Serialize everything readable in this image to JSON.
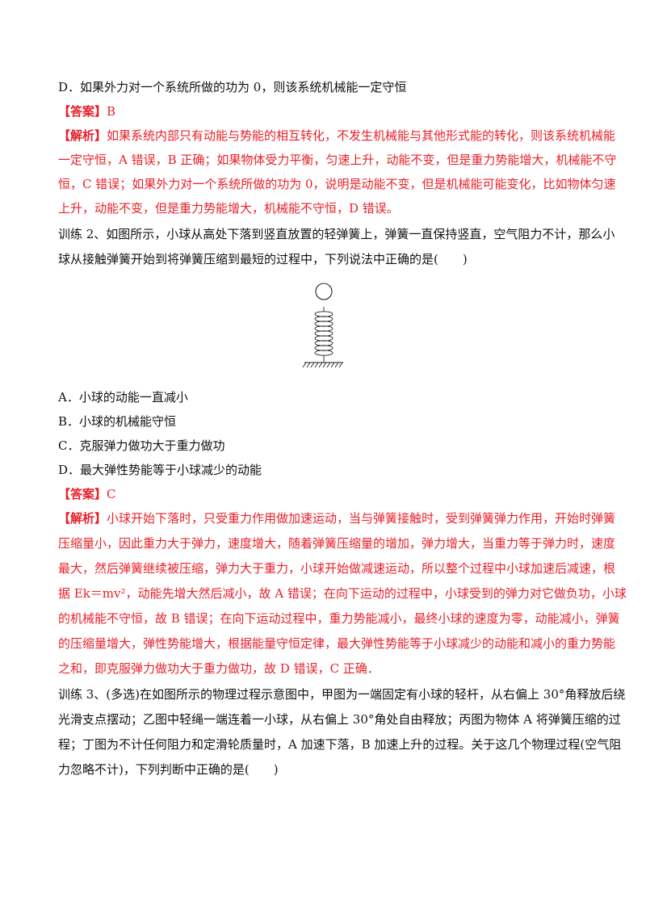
{
  "q1": {
    "option_d": "D．如果外力对一个系统所做的功为 0，则该系统机械能一定守恒",
    "answer_label": "【答案】",
    "answer_value": "B",
    "analysis_label": "【解析】",
    "analysis_lines": [
      "如果系统内部只有动能与势能的相互转化，不发生机械能与其他形式能的转化，则该系统机械能",
      "一定守恒，A 错误，B 正确；如果物体受力平衡，匀速上升，动能不变，但是重力势能增大，机械能不守",
      "恒，C 错误；如果外力对一个系统所做的功为 0，说明是动能不变，但是机械能可能变化，比如物体匀速",
      "上升，动能不变，但是重力势能增大，机械能不守恒，D 错误。"
    ]
  },
  "q2": {
    "stem_lines": [
      "训练 2、如图所示，小球从高处下落到竖直放置的轻弹簧上，弹簧一直保持竖直，空气阻力不计，那么小",
      "球从接触弹簧开始到将弹簧压缩到最短的过程中，下列说法中正确的是(　　)"
    ],
    "options": [
      "A．小球的动能一直减小",
      "B．小球的机械能守恒",
      "C．克服弹力做功大于重力做功",
      "D．最大弹性势能等于小球减少的动能"
    ],
    "answer_label": "【答案】",
    "answer_value": "C",
    "analysis_label": "【解析】",
    "analysis_lines": [
      "小球开始下落时，只受重力作用做加速运动，当与弹簧接触时，受到弹簧弹力作用，开始时弹簧",
      "压缩量小，因此重力大于弹力，速度增大，随着弹簧压缩量的增加，弹力增大，当重力等于弹力时，速度",
      "最大，然后弹簧继续被压缩，弹力大于重力，小球开始做减速运动，所以整个过程中小球加速后减速，根",
      "据 Ek＝mv²，动能先增大然后减小，故 A 错误；在向下运动的过程中，小球受到的弹力对它做负功，小球",
      "的机械能不守恒，故 B 错误；在向下运动过程中，重力势能减小，最终小球的速度为零，动能减小，弹簧",
      "的压缩量增大，弹性势能增大，根据能量守恒定律，最大弹性势能等于小球减少的动能和减小的重力势能",
      "之和，即克服弹力做功大于重力做功，故 D 错误，C 正确．"
    ]
  },
  "q3": {
    "stem_lines": [
      "训练 3、(多选)在如图所示的物理过程示意图中，甲图为一端固定有小球的轻杆，从右偏上 30°角释放后绕",
      "光滑支点摆动；乙图中轻绳一端连着一小球，从右偏上 30°角处自由释放；丙图为物体 A 将弹簧压缩的过",
      "程；丁图为不计任何阻力和定滑轮质量时，A 加速下落，B 加速上升的过程。关于这几个物理过程(空气阻",
      "力忽略不计)，下列判断中正确的是(　　)"
    ]
  }
}
